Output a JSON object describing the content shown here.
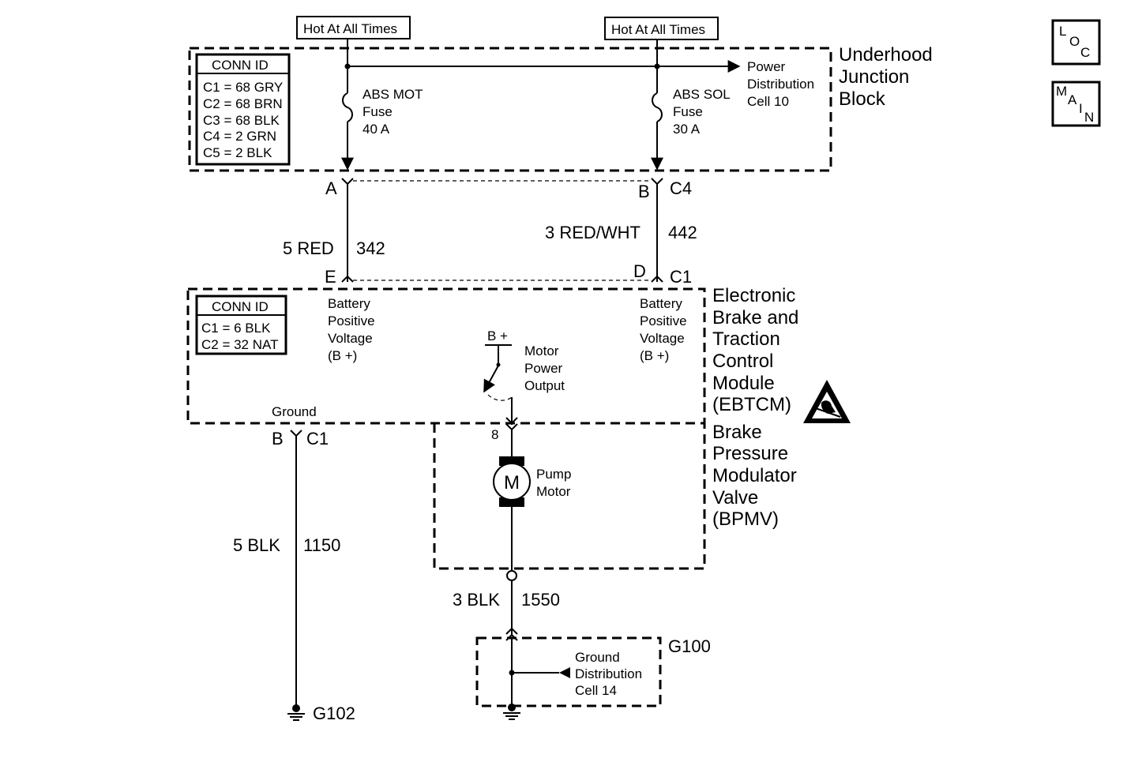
{
  "hot_labels": {
    "left": "Hot At All Times",
    "right": "Hot At All Times"
  },
  "underhood_block": {
    "title_lines": [
      "Underhood",
      "Junction",
      "Block"
    ],
    "conn_id_title": "CONN ID",
    "conn_ids": [
      "C1 = 68 GRY",
      "C2 = 68 BRN",
      "C3 = 68 BLK",
      "C4 = 2 GRN",
      "C5 = 2 BLK"
    ],
    "fuse_left_lines": [
      "ABS MOT",
      "Fuse",
      "40 A"
    ],
    "fuse_right_lines": [
      "ABS SOL",
      "Fuse",
      "30 A"
    ],
    "power_dist_lines": [
      "Power",
      "Distribution",
      "Cell 10"
    ]
  },
  "connectors": {
    "a": "A",
    "b": "B",
    "c4": "C4",
    "e": "E",
    "d": "D",
    "c1_top": "C1",
    "ground_b": "B",
    "ground_c1": "C1",
    "pin8": "8"
  },
  "wires": {
    "left_gauge": "5 RED",
    "left_circuit": "342",
    "right_gauge": "3 RED/WHT",
    "right_circuit": "442",
    "ground_gauge": "5 BLK",
    "ground_circuit": "1150",
    "pump_gauge": "3 BLK",
    "pump_circuit": "1550"
  },
  "ebtcm": {
    "title_lines": [
      "Electronic",
      "Brake and",
      "Traction",
      "Control",
      "Module",
      "(EBTCM)"
    ],
    "conn_id_title": "CONN ID",
    "conn_ids": [
      "C1 = 6 BLK",
      "C2 = 32 NAT"
    ],
    "bpv_left_lines": [
      "Battery",
      "Positive",
      "Voltage",
      "(B +)"
    ],
    "bpv_right_lines": [
      "Battery",
      "Positive",
      "Voltage",
      "(B +)"
    ],
    "bplus": "B +",
    "motor_output_lines": [
      "Motor",
      "Power",
      "Output"
    ],
    "ground": "Ground"
  },
  "bpmv": {
    "title_lines": [
      "Brake",
      "Pressure",
      "Modulator",
      "Valve",
      "(BPMV)"
    ],
    "motor_symbol": "M",
    "pump_motor_lines": [
      "Pump",
      "Motor"
    ]
  },
  "grounds": {
    "g102": "G102",
    "g100": "G100",
    "ground_dist_lines": [
      "Ground",
      "Distribution",
      "Cell 14"
    ]
  },
  "nav": {
    "loc": [
      "L",
      "O",
      "C"
    ],
    "main": [
      "M",
      "A",
      "I",
      "N"
    ]
  }
}
